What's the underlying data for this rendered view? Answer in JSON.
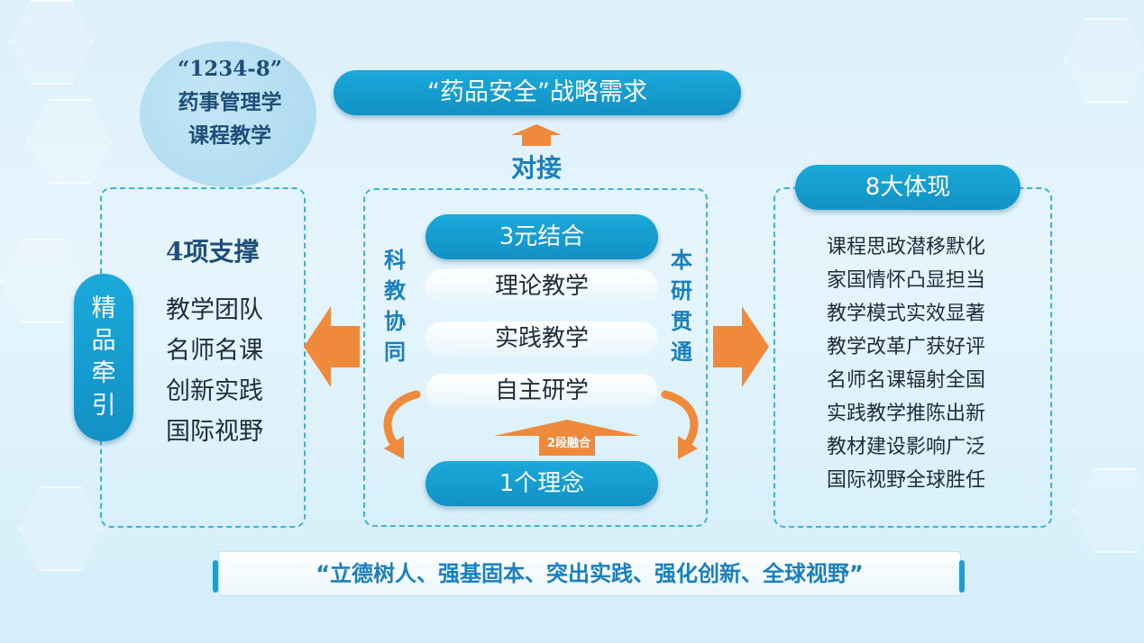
{
  "badge": {
    "line1": "“1234-8”",
    "line2": "药事管理学",
    "line3": "课程教学"
  },
  "top_goal": "“药品安全”战略需求",
  "dock_label": "对接",
  "left": {
    "title": "4项支撑",
    "items": [
      "教学团队",
      "名师名课",
      "创新实践",
      "国际视野"
    ],
    "vertical_pill": [
      "精",
      "品",
      "牵",
      "引"
    ]
  },
  "middle": {
    "three_combo": "3元结合",
    "items": [
      "理论教学",
      "实践教学",
      "自主研学"
    ],
    "left_vertical": [
      "科",
      "教",
      "协",
      "同"
    ],
    "right_vertical": [
      "本",
      "研",
      "贯",
      "通"
    ],
    "fusion_label": "2段融合",
    "one_concept": "1个理念"
  },
  "right": {
    "title": "8大体现",
    "items": [
      "课程思政潜移默化",
      "家国情怀凸显担当",
      "教学模式实效显著",
      "教学改革广获好评",
      "名师名课辐射全国",
      "实践教学推陈出新",
      "教材建设影响广泛",
      "国际视野全球胜任"
    ]
  },
  "motto": "“立德树人、强基固本、突出实践、强化创新、全球视野”",
  "colors": {
    "accent_blue": "#1291c6",
    "arrow_orange": "#ef8a3c",
    "title_navy": "#1f4e79"
  }
}
